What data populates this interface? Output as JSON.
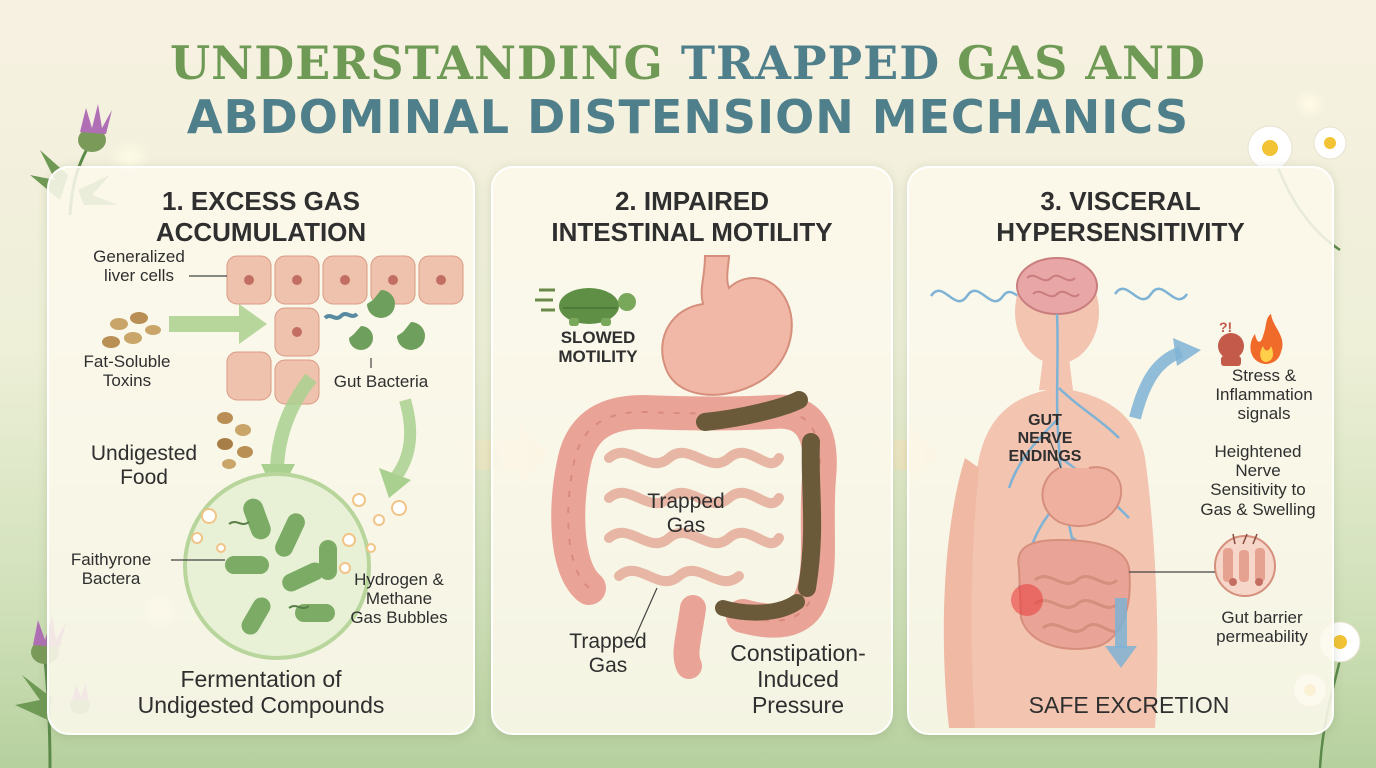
{
  "title": {
    "line1_part1": "UNDERSTANDING",
    "line1_part2": "TRAPPED",
    "line1_part3": "GAS AND",
    "line2": "ABDOMINAL DISTENSION MECHANICS"
  },
  "colors": {
    "title_green": "#6f9a55",
    "title_blue": "#4f7f8a",
    "panel_bg": "#fcf8ec",
    "arrow_green": "#9cc77f",
    "nerve_blue": "#7fb3d5",
    "intestine_pink": "#e9a497",
    "stool_brown": "#6b5a3a"
  },
  "panels": [
    {
      "title_line1": "1. EXCESS GAS",
      "title_line2": "ACCUMULATION",
      "labels": {
        "liver_cells": "Generalized\nliver cells",
        "toxins": "Fat-Soluble\nToxins",
        "gut_bacteria": "Gut Bacteria",
        "undigested_food": "Undigested\nFood",
        "faithyrone": "Faithyrone\nBactera",
        "gas_bubbles": "Hydrogen &\nMethane\nGas Bubbles",
        "fermentation": "Fermentation of\nUndigested Compounds"
      }
    },
    {
      "title_line1": "2. IMPAIRED",
      "title_line2": "INTESTINAL MOTILITY",
      "labels": {
        "slowed": "SLOWED\nMOTILITY",
        "trapped_center": "Trapped\nGas",
        "trapped_bottom": "Trapped\nGas",
        "constipation": "Constipation-\nInduced\nPressure"
      }
    },
    {
      "title_line1": "3. VISCERAL",
      "title_line2": "HYPERSENSITIVITY",
      "labels": {
        "stress": "Stress &\nInflammation\nsignals",
        "gut_nerve": "GUT\nNERVE\nENDINGS",
        "heightened": "Heightened\nNerve\nSensitivity to\nGas & Swelling",
        "barrier": "Gut barrier\npermeability",
        "safe_excretion": "SAFE EXCRETION"
      }
    }
  ]
}
